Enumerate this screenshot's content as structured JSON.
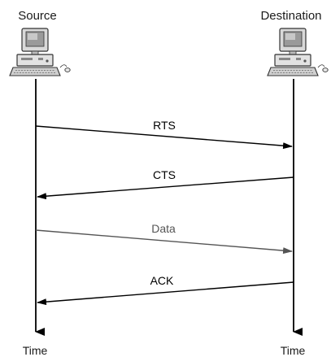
{
  "endpoints": {
    "source": {
      "label": "Source",
      "time_label": "Time"
    },
    "destination": {
      "label": "Destination",
      "time_label": "Time"
    }
  },
  "messages": [
    {
      "label": "RTS",
      "direction": "source-to-destination",
      "color": "#000000"
    },
    {
      "label": "CTS",
      "direction": "destination-to-source",
      "color": "#000000"
    },
    {
      "label": "Data",
      "direction": "source-to-destination",
      "color": "#555555"
    },
    {
      "label": "ACK",
      "direction": "destination-to-source",
      "color": "#000000"
    }
  ],
  "icons": {
    "source": "desktop-computer-icon",
    "destination": "desktop-computer-icon"
  }
}
